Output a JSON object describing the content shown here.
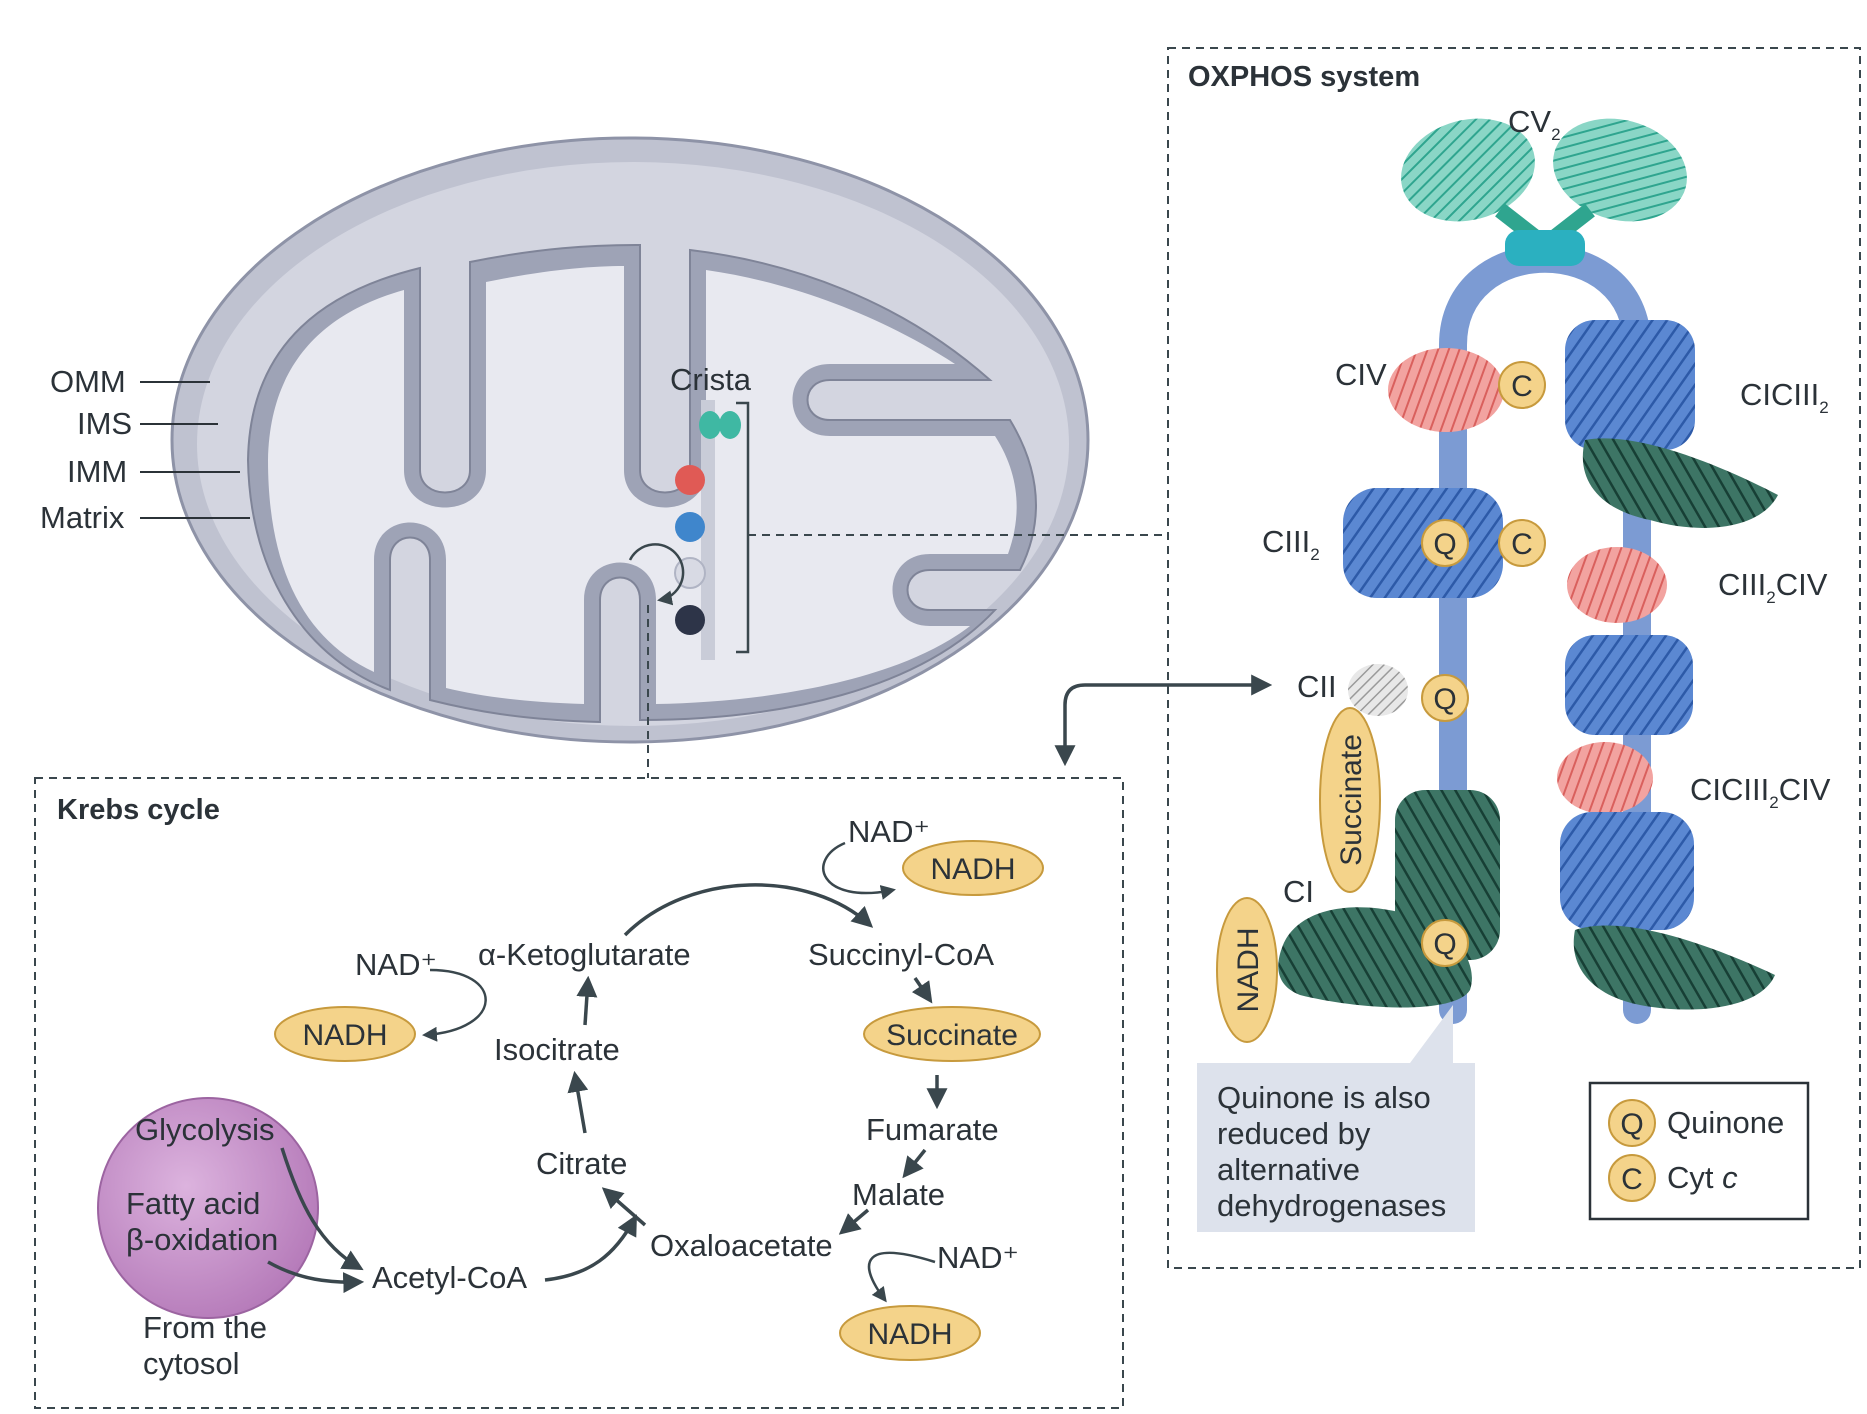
{
  "mito": {
    "labels": {
      "omm": "OMM",
      "ims": "IMS",
      "imm": "IMM",
      "matrix": "Matrix",
      "crista": "Crista"
    }
  },
  "krebs": {
    "title": "Krebs cycle",
    "metabolites": {
      "aketo": "α-Ketoglutarate",
      "succinylcoa": "Succinyl-CoA",
      "succinate": "Succinate",
      "fumarate": "Fumarate",
      "malate": "Malate",
      "oxaloacetate": "Oxaloacetate",
      "citrate": "Citrate",
      "isocitrate": "Isocitrate",
      "acetylcoa": "Acetyl-CoA"
    },
    "cofactor": {
      "nadplus": "NAD⁺",
      "nadh": "NADH"
    },
    "source": {
      "glycolysis": "Glycolysis",
      "fatty1": "Fatty acid",
      "fatty2": "β-oxidation",
      "cytosol1": "From the",
      "cytosol2": "cytosol"
    }
  },
  "oxphos": {
    "title": "OXPHOS system",
    "complexes": {
      "cv_main": "CV",
      "cv_sub": "2",
      "civ": "CIV",
      "ciii_main": "CIII",
      "ciii_sub": "2",
      "cii": "CII",
      "ci": "CI",
      "ciciii_main": "CICIII",
      "ciciii_sub": "2",
      "ciiiciv_a": "CIII",
      "ciiiciv_sub": "2",
      "ciiiciv_b": "CIV",
      "ciciiiciv_a": "CICIII",
      "ciciiiciv_sub": "2",
      "ciciiiciv_b": "CIV"
    },
    "badges": {
      "q": "Q",
      "c": "C"
    },
    "succinate": "Succinate",
    "nadh": "NADH",
    "note": [
      "Quinone is also",
      "reduced by",
      "alternative",
      "dehydrogenases"
    ],
    "legend": {
      "q_label": "Quinone",
      "c_label_main": "Cyt ",
      "c_label_italic": "c"
    }
  },
  "colors": {
    "pill": "#f4d38a",
    "pill_border": "#c79a3d",
    "mito_outer": "#b5b9c8",
    "mito_inner": "#dcdee7",
    "membrane_blue": "#7c9bd3",
    "complex_blue": "#3f74c6",
    "complex_red": "#e0706e",
    "complex_green": "#1f5546",
    "complex_teal": "#3fb8a3",
    "glycolysis_purple": "#c48ac7",
    "note_bg": "#dde2ec",
    "line": "#3a474d"
  }
}
